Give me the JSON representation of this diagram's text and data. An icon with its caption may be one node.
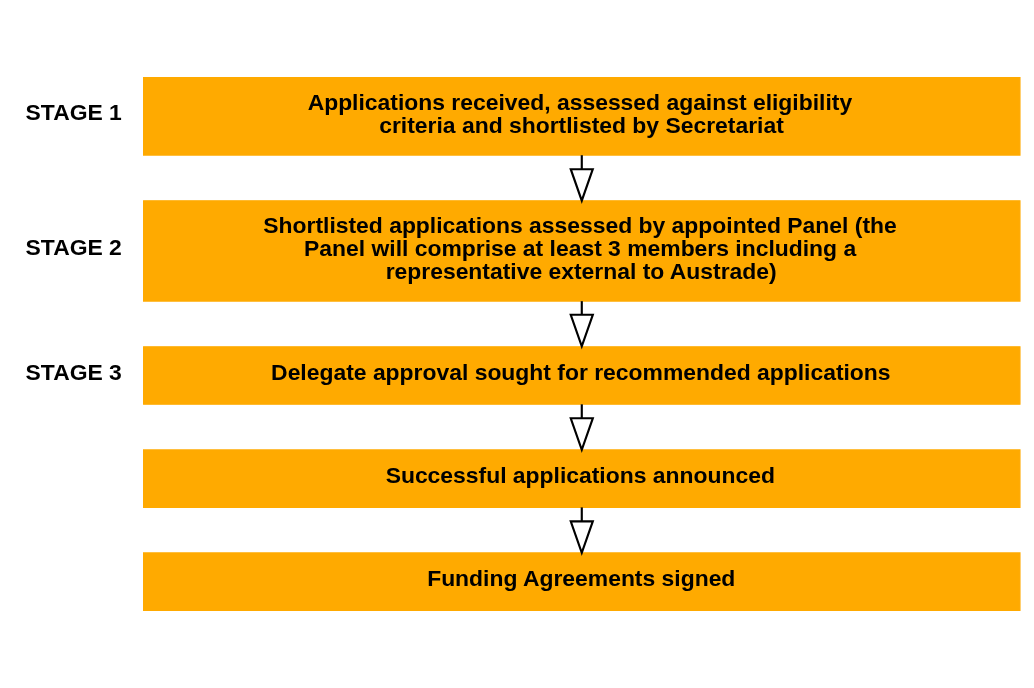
{
  "diagram": {
    "nodes": [
      {
        "text": [
          "Applications received, assessed against eligibility criteria and shortlisted by Secretariat"
        ],
        "beside": [
          "STAGE 1"
        ]
      },
      {
        "text": [
          "Shortlisted applications assessed by appointed Panel (the Panel will comprise at least 3 members including a representative external to Austrade)"
        ],
        "beside": [
          "STAGE 2"
        ]
      },
      {
        "text": [
          "Delegate approval sought for recommended applications"
        ],
        "beside": [
          "STAGE 3"
        ]
      },
      {
        "text": [
          "Successful applications announced"
        ]
      },
      {
        "text": [
          "Funding Agreements signed"
        ]
      }
    ],
    "edges": [
      {
        "from": 0,
        "to": 1,
        "arrow": "to"
      },
      {
        "from": 1,
        "to": 2,
        "arrow": "to"
      },
      {
        "from": 2,
        "to": 3,
        "arrow": "to"
      },
      {
        "from": 3,
        "to": 4,
        "arrow": "to"
      }
    ]
  }
}
